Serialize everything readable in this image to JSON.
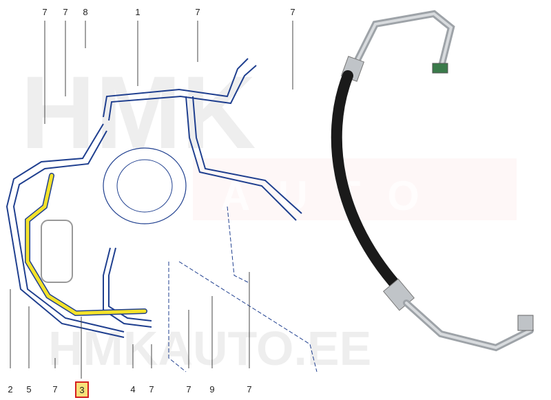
{
  "watermark": {
    "brand": "HMK",
    "sub": "AUTO",
    "url": "HMKAUTO.EE"
  },
  "callouts_top": [
    "7",
    "7",
    "8",
    "1",
    "7",
    "7"
  ],
  "callouts_bottom": [
    "2",
    "5",
    "7",
    "3",
    "4",
    "7",
    "7",
    "9",
    "7"
  ],
  "highlighted_part": "3",
  "colors": {
    "line": "#1f3f8f",
    "highlight": "#f4e22a",
    "highlight_box": "#d42020",
    "hose": "#1a1a1a",
    "metal": "#b8bcc0"
  }
}
